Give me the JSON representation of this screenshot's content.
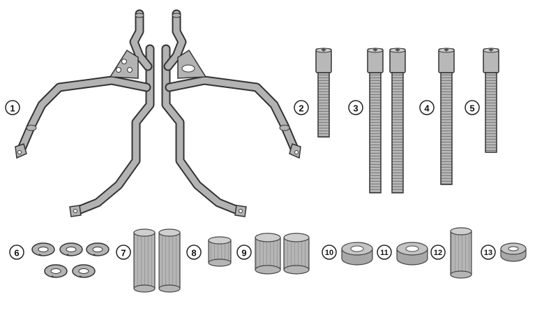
{
  "colors": {
    "part_fill": "#b3b3b3",
    "part_stroke": "#333333",
    "thread_line": "#7a7a7a",
    "label_stroke": "#222222"
  },
  "part_labels": [
    "1",
    "2",
    "3",
    "4",
    "5",
    "6",
    "7",
    "8",
    "9",
    "10",
    "11",
    "12",
    "13"
  ]
}
